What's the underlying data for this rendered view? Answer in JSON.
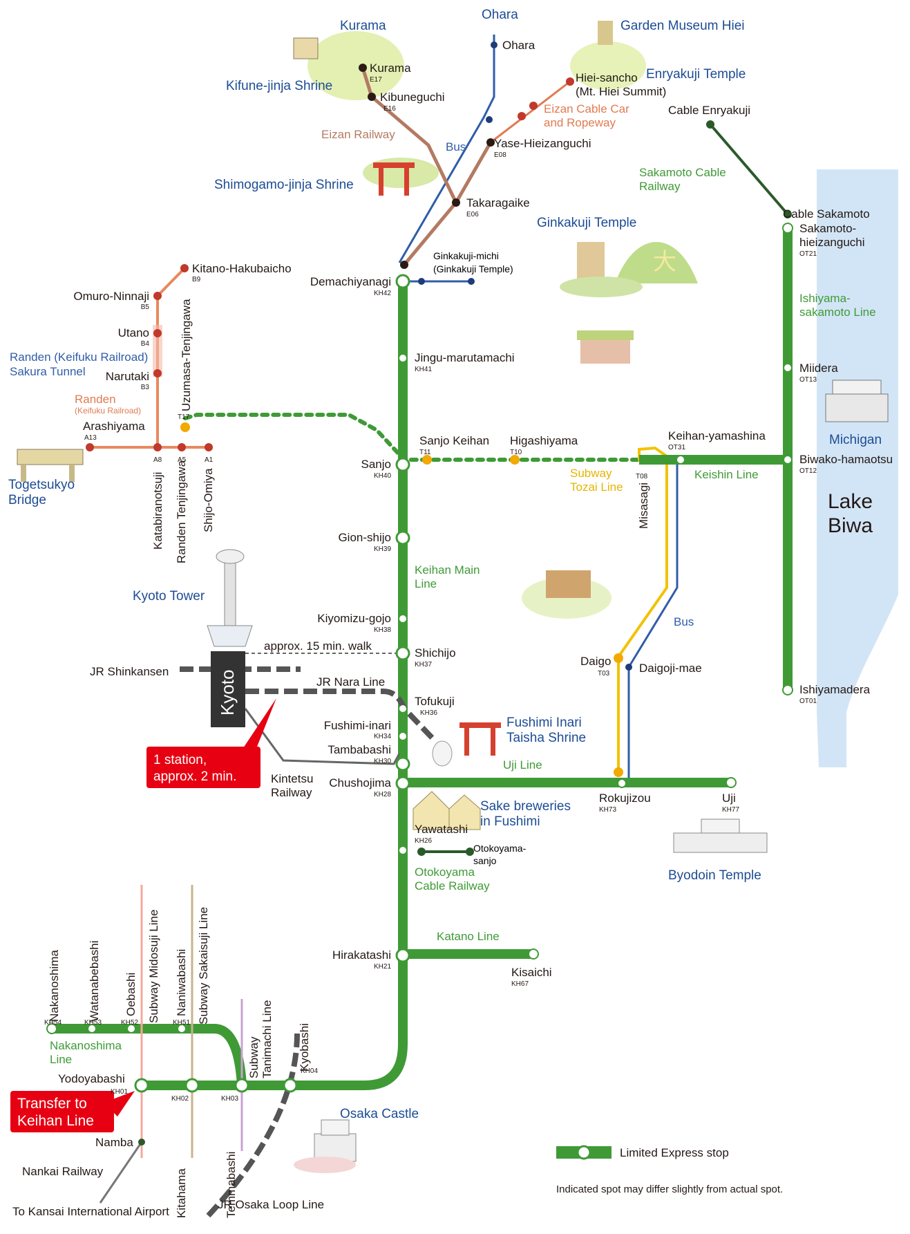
{
  "keihan_main_line": {
    "label_1": "Keihan Main",
    "label_2": "Line",
    "stations": [
      {
        "name": "Demachiyanagi",
        "code": "KH42"
      },
      {
        "name": "Jingu-marutamachi",
        "code": "KH41"
      },
      {
        "name": "Sanjo",
        "code": "KH40"
      },
      {
        "name": "Gion-shijo",
        "code": "KH39"
      },
      {
        "name": "Kiyomizu-gojo",
        "code": "KH38"
      },
      {
        "name": "Shichijo",
        "code": "KH37"
      },
      {
        "name": "Tofukuji",
        "code": "KH36"
      },
      {
        "name": "Fushimi-inari",
        "code": "KH34"
      },
      {
        "name": "Tambabashi",
        "code": "KH30"
      },
      {
        "name": "Chushojima",
        "code": "KH28"
      },
      {
        "name": "Yawatashi",
        "code": "KH26"
      },
      {
        "name": "Hirakatashi",
        "code": "KH21"
      },
      {
        "name": "Kyobashi",
        "code": "KH04"
      },
      {
        "name": "Temmabashi",
        "code": "KH03"
      },
      {
        "name": "Kitahama",
        "code": "KH02"
      },
      {
        "name": "Yodoyabashi",
        "code": "KH01"
      }
    ]
  },
  "nakanoshima_line": {
    "label_1": "Nakanoshima",
    "label_2": "Line",
    "stations": [
      {
        "name": "Nakanoshima",
        "code": "KH54"
      },
      {
        "name": "Watanabebashi",
        "code": "KH53"
      },
      {
        "name": "Oebashi",
        "code": "KH52"
      },
      {
        "name": "Naniwabashi",
        "code": "KH51"
      }
    ]
  },
  "uji_line": {
    "label": "Uji Line",
    "stations": [
      {
        "name": "Rokujizou",
        "code": "KH73"
      },
      {
        "name": "Uji",
        "code": "KH77"
      }
    ]
  },
  "katano_line": {
    "label": "Katano Line",
    "stations": [
      {
        "name": "Kisaichi",
        "code": "KH67"
      }
    ]
  },
  "keishin_line": {
    "label": "Keishin Line",
    "stations": [
      {
        "name": "Keihan-yamashina",
        "code": "OT31"
      }
    ]
  },
  "ishiyama_line": {
    "label_1": "Ishiyama-",
    "label_2": "sakamoto Line",
    "stations": [
      {
        "name": "Sakamoto-",
        "name2": "hieizanguchi",
        "code": "OT21"
      },
      {
        "name": "Miidera",
        "code": "OT13"
      },
      {
        "name": "Biwako-hamaotsu",
        "code": "OT12"
      },
      {
        "name": "Ishiyamadera",
        "code": "OT01"
      }
    ]
  },
  "sakamoto_cable": {
    "label_1": "Sakamoto Cable",
    "label_2": "Railway",
    "top": "Cable Enryakuji",
    "bottom": "Cable Sakamoto"
  },
  "eizan": {
    "label": "Eizan Railway",
    "stations": [
      {
        "name": "Kurama",
        "code": "E17"
      },
      {
        "name": "Kibuneguchi",
        "code": "E16"
      },
      {
        "name": "Yase-Hieizanguchi",
        "code": "E08"
      },
      {
        "name": "Takaragaike",
        "code": "E06"
      }
    ],
    "cable_1": "Eizan Cable Car",
    "cable_2": "and Ropeway",
    "hiei_1": "Hiei-sancho",
    "hiei_2": "(Mt. Hiei Summit)"
  },
  "bus": {
    "label": "Bus",
    "ohara_area": "Ohara",
    "ohara_stop": "Ohara",
    "gin_1": "Ginkakuji-michi",
    "gin_2": "(Ginkakuji Temple)",
    "daigoji": "Daigoji-mae"
  },
  "tozai": {
    "label_1": "Subway",
    "label_2": "Tozai Line",
    "stations": [
      {
        "name": "Uzumasa-Tenjingawa",
        "code": "T17"
      },
      {
        "name": "Sanjo Keihan",
        "code": "T11"
      },
      {
        "name": "Higashiyama",
        "code": "T10"
      },
      {
        "name": "Misasagi",
        "code": "T08"
      },
      {
        "name": "Daigo",
        "code": "T03"
      }
    ]
  },
  "randen": {
    "label_1": "Randen",
    "label_2": "(Keifuku Railroad)",
    "tunnel_1": "Randen (Keifuku Railroad)",
    "tunnel_2": "Sakura Tunnel",
    "stations": [
      {
        "name": "Kitano-Hakubaicho",
        "code": "B9"
      },
      {
        "name": "Omuro-Ninnaji",
        "code": "B5"
      },
      {
        "name": "Utano",
        "code": "B4"
      },
      {
        "name": "Narutaki",
        "code": "B3"
      },
      {
        "name": "Arashiyama",
        "code": "A13"
      },
      {
        "name": "Katabiranotsuji",
        "code": "A8"
      },
      {
        "name": "Randen Tenjingawa",
        "code": "A5"
      },
      {
        "name": "Shijo-Omiya",
        "code": "A1"
      }
    ]
  },
  "jr": {
    "kyoto": "Kyoto",
    "shinkansen": "JR Shinkansen",
    "nara": "JR Nara Line",
    "walk": "approx. 15 min. walk",
    "kintetsu_1": "Kintetsu",
    "kintetsu_2": "Railway",
    "callout_1": "1 station,",
    "callout_2": "approx. 2 min."
  },
  "otokoyama": {
    "label_1": "Otokoyama",
    "label_2": "Cable Railway",
    "stop_1": "Otokoyama-",
    "stop_2": "sanjo"
  },
  "osaka": {
    "midosuji": "Subway Midosuji Line",
    "sakaisuji": "Subway Sakaisuji Line",
    "tanimachi_1": "Subway",
    "tanimachi_2": "Tanimachi Line",
    "namba": "Namba",
    "nankai": "Nankai Railway",
    "airport": "To Kansai International Airport",
    "loop": "JR Osaka Loop Line",
    "transfer_1": "Transfer to",
    "transfer_2": "Keihan Line"
  },
  "pois": {
    "kurama": "Kurama",
    "kifune": "Kifune-jinja Shrine",
    "garden": "Garden Museum Hiei",
    "enryakuji": "Enryakuji Temple",
    "shimogamo": "Shimogamo-jinja Shrine",
    "ginkakuji": "Ginkakuji Temple",
    "togetsukyo_1": "Togetsukyo",
    "togetsukyo_2": "Bridge",
    "kyoto_tower": "Kyoto Tower",
    "fushimi_1": "Fushimi Inari",
    "fushimi_2": "Taisha Shrine",
    "sake_1": "Sake breweries",
    "sake_2": "in Fushimi",
    "byodoin": "Byodoin Temple",
    "osaka_castle": "Osaka Castle",
    "michigan": "Michigan",
    "lake_1": "Lake",
    "lake_2": "Biwa"
  },
  "legend": {
    "limited_express": "Limited Express stop",
    "note": "Indicated spot may differ slightly from actual spot."
  },
  "colors": {
    "keihan": "#3f9a36",
    "eizan": "#b37a62",
    "bus": "#2f5da8",
    "tozai": "#f2c200",
    "randen": "#e8895e",
    "lake": "#cfe3f5"
  }
}
